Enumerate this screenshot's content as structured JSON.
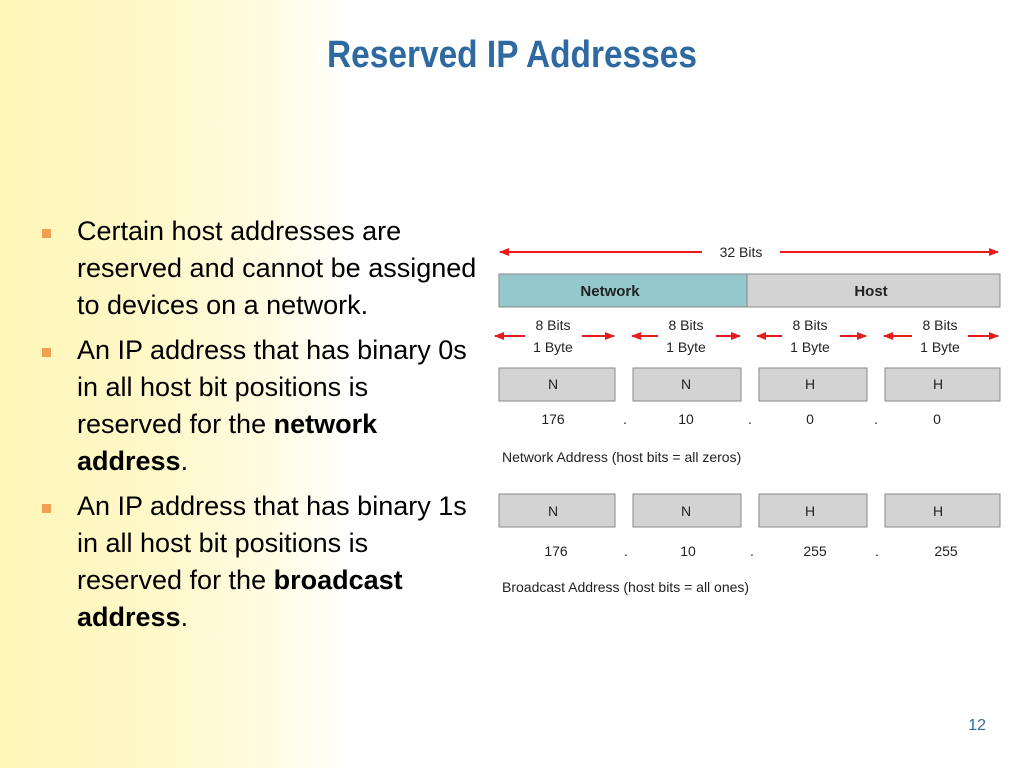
{
  "slide": {
    "title": "Reserved IP Addresses",
    "number": "12"
  },
  "bullets": [
    {
      "parts": [
        {
          "text": "Certain host addresses are reserved and cannot be assigned to devices on a network.",
          "bold": false
        }
      ]
    },
    {
      "parts": [
        {
          "text": "An IP address that has binary 0s in all host bit positions is reserved for the ",
          "bold": false
        },
        {
          "text": "network address",
          "bold": true
        },
        {
          "text": ".",
          "bold": false
        }
      ]
    },
    {
      "parts": [
        {
          "text": "An IP address that has binary 1s in all host bit positions is reserved for the ",
          "bold": false
        },
        {
          "text": "broadcast address",
          "bold": true
        },
        {
          "text": ".",
          "bold": false
        }
      ]
    }
  ],
  "diagram": {
    "total_bits_label": "32 Bits",
    "network_label": "Network",
    "host_label": "Host",
    "octet_bits_label": "8 Bits",
    "octet_byte_label": "1 Byte",
    "network_example": {
      "cells": [
        "N",
        "N",
        "H",
        "H"
      ],
      "octets": [
        "176",
        "10",
        "0",
        "0"
      ],
      "caption": "Network Address (host bits = all zeros)"
    },
    "broadcast_example": {
      "cells": [
        "N",
        "N",
        "H",
        "H"
      ],
      "octets": [
        "176",
        "10",
        "255",
        "255"
      ],
      "caption": "Broadcast Address (host bits = all ones)"
    },
    "separator": ".",
    "colors": {
      "network_fill": "#93c8cc",
      "host_fill": "#d3d3d3",
      "cell_fill": "#d3d3d3",
      "arrow": "#e81b1b",
      "title": "#2e6aa1",
      "bullet": "#f0a050"
    }
  }
}
